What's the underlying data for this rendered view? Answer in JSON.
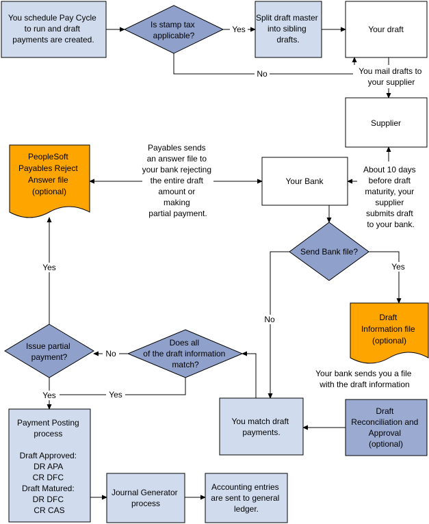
{
  "nodes": {
    "schedule": [
      "You schedule Pay Cycle",
      "to run and draft",
      "payments are created."
    ],
    "stamp_tax": [
      "Is stamp tax",
      "applicable?"
    ],
    "split": [
      "Split draft master",
      "into sibling",
      "drafts."
    ],
    "your_draft": [
      "Your draft"
    ],
    "supplier": [
      "Supplier"
    ],
    "your_bank": [
      "Your Bank"
    ],
    "reject_file": [
      "PeopleSoft",
      "Payables Reject",
      "Answer file",
      "(optional)"
    ],
    "send_bank_file": [
      "Send Bank file?"
    ],
    "draft_info_file": [
      "Draft",
      "Information file",
      "(optional)"
    ],
    "reconciliation": [
      "Draft",
      "Reconciliation and",
      "Approval",
      "(optional)"
    ],
    "match_payments": [
      "You match draft",
      "payments."
    ],
    "all_match": [
      "Does all",
      "of the draft information",
      "match?"
    ],
    "partial_payment": [
      "Issue partial",
      "payment?"
    ],
    "payment_posting": [
      "Payment Posting",
      "process",
      "",
      "Draft Approved:",
      "DR APA",
      "CR DFC",
      "Draft Matured:",
      "DR DFC",
      "CR CAS"
    ],
    "journal_generator": [
      "Journal Generator",
      "process"
    ],
    "accounting_entries": [
      "Accounting entries",
      "are sent to general",
      "ledger."
    ]
  },
  "labels": {
    "yes_split": "Yes",
    "no_stamp": "No",
    "mail_drafts": [
      "You mail drafts to",
      "your supplier"
    ],
    "supplier_submits": [
      "About 10 days",
      "before draft",
      "maturity, your",
      "supplier",
      "submits draft",
      "to your bank."
    ],
    "payables_sends": [
      "Payables sends",
      "an answer file to",
      "your bank rejecting",
      "the entire draft",
      "amount or",
      "making",
      "partial payment."
    ],
    "yes_bank_file": "Yes",
    "no_bank_file": "No",
    "bank_sends_file": [
      "Your bank sends you a file",
      "with the draft information"
    ],
    "no_match": "No",
    "yes_match": "Yes",
    "yes_partial": "Yes",
    "yes_posting": "Yes"
  }
}
